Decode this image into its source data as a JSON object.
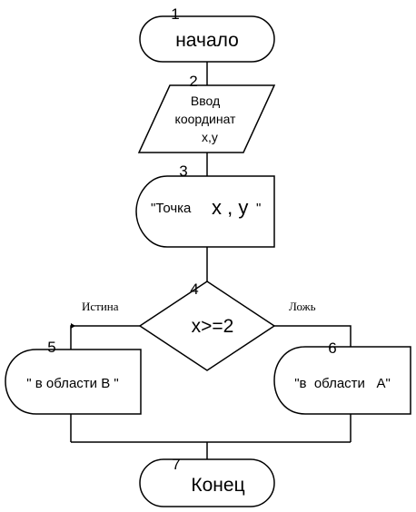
{
  "blocks": {
    "b1": {
      "number": "1",
      "text": "начало"
    },
    "b2": {
      "number": "2",
      "lines": [
        "Ввод",
        "координат",
        "x,y"
      ]
    },
    "b3": {
      "number": "3",
      "part1": "\"Точка",
      "part2": "x , y",
      "part3": "\""
    },
    "b4": {
      "number": "4",
      "text": "x>=2",
      "true_label": "Истина",
      "false_label": "Ложь"
    },
    "b5": {
      "number": "5",
      "text": "\" в области В \""
    },
    "b6": {
      "number": "6",
      "text": "\"в  области   А\""
    },
    "b7": {
      "number": "7",
      "text": "Конец"
    }
  },
  "colors": {
    "stroke": "#000000",
    "fill": "#ffffff"
  }
}
